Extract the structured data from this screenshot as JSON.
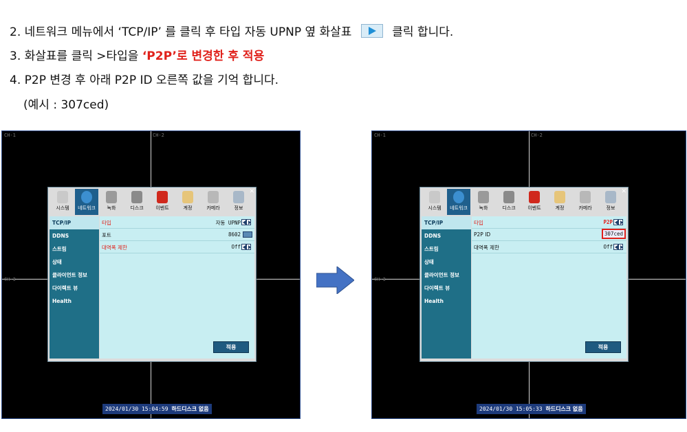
{
  "instructions": {
    "line1_a": "2. 네트워크 메뉴에서 ‘TCP/IP’ 를 클릭 후 타입 자동 UPNP 옆 화살표",
    "line1_b": "클릭 합니다.",
    "line2_a": "3. 화살표를 클릭 >타입을",
    "line2_b": "‘P2P’로 변경한 후 적용",
    "line3": "4. P2P 변경 후 아래 P2P ID 오른쪽 값을 기억 합니다.",
    "line4": "(예시 : 307ced)"
  },
  "channels": [
    "CH-1",
    "CH-2",
    "CH-3"
  ],
  "toolbar": [
    {
      "label": "시스템",
      "icon": "system-icon"
    },
    {
      "label": "네트워크",
      "icon": "network-globe-icon"
    },
    {
      "label": "녹화",
      "icon": "record-icon"
    },
    {
      "label": "디스크",
      "icon": "disk-icon"
    },
    {
      "label": "이벤트",
      "icon": "event-alarm-icon"
    },
    {
      "label": "계정",
      "icon": "account-icon"
    },
    {
      "label": "카메라",
      "icon": "camera-icon"
    },
    {
      "label": "정보",
      "icon": "info-icon"
    }
  ],
  "sidebar": [
    "TCP/IP",
    "DDNS",
    "스트림",
    "상태",
    "클라이언트 정보",
    "다이렉트 뷰",
    "Health"
  ],
  "left_screen": {
    "rows": [
      {
        "key": "타입",
        "value": "자동 UPNP"
      },
      {
        "key": "포트",
        "value": "8602"
      },
      {
        "key": "대역폭 제한",
        "value": "Off"
      }
    ],
    "apply": "적용",
    "status_time": "2024/01/30 15:04:59",
    "status_msg": "하드디스크 없음"
  },
  "right_screen": {
    "rows": [
      {
        "key": "타입",
        "value": "P2P"
      },
      {
        "key": "P2P ID",
        "value": "307ced"
      },
      {
        "key": "대역폭 제한",
        "value": "Off"
      }
    ],
    "apply": "적용",
    "status_time": "2024/01/30 15:05:33",
    "status_msg": "하드디스크 없음"
  },
  "colors": {
    "accent_red": "#e0211b",
    "sidebar": "#1f6f87",
    "panel": "#c8eef2",
    "arrow": "#4472c4"
  }
}
